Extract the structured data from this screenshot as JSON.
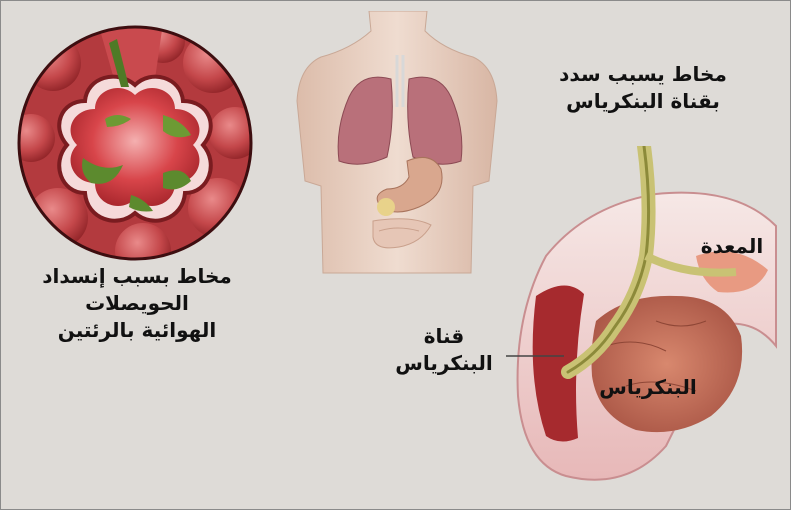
{
  "labels": {
    "lung_mucus": [
      "مخاط بسبب إنسداد",
      "الحويصلات",
      "الهوائية بالرئتين"
    ],
    "duct_mucus": [
      "مخاط يسبب سدد",
      "بقناة البنكرياس"
    ],
    "stomach": "المعدة",
    "duct": [
      "قناة",
      "البنكرياس"
    ],
    "pancreas": "البنكرياس"
  },
  "colors": {
    "background": "#dedbd7",
    "alveolus_red": "#c23a3a",
    "mucus_green": "#5c8a2e",
    "skin": "#e9cfc0",
    "lung": "#b9707a",
    "pancreas": "#c4715a",
    "duct": "#c9c274"
  }
}
